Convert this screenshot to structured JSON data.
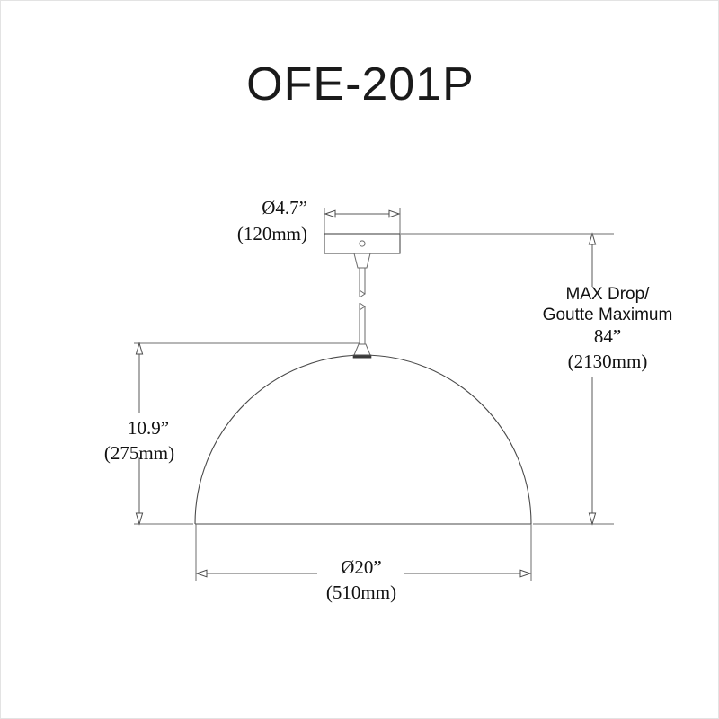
{
  "document": {
    "title": "OFE-201P",
    "background_color": "#ffffff",
    "line_color": "#4a4a4a",
    "text_color": "#111111"
  },
  "dimensions": {
    "canopy": {
      "name": "canopy-diameter",
      "imperial": "Ø4.7”",
      "metric": "(120mm)"
    },
    "max_drop": {
      "name": "max-drop",
      "label_en": "MAX Drop/",
      "label_fr": "Goutte Maximum",
      "imperial": "84”",
      "metric": "(2130mm)"
    },
    "shade_height": {
      "name": "shade-height",
      "imperial": "10.9”",
      "metric": "(275mm)"
    },
    "shade_diameter": {
      "name": "shade-diameter",
      "imperial": "Ø20”",
      "metric": "(510mm)"
    }
  }
}
